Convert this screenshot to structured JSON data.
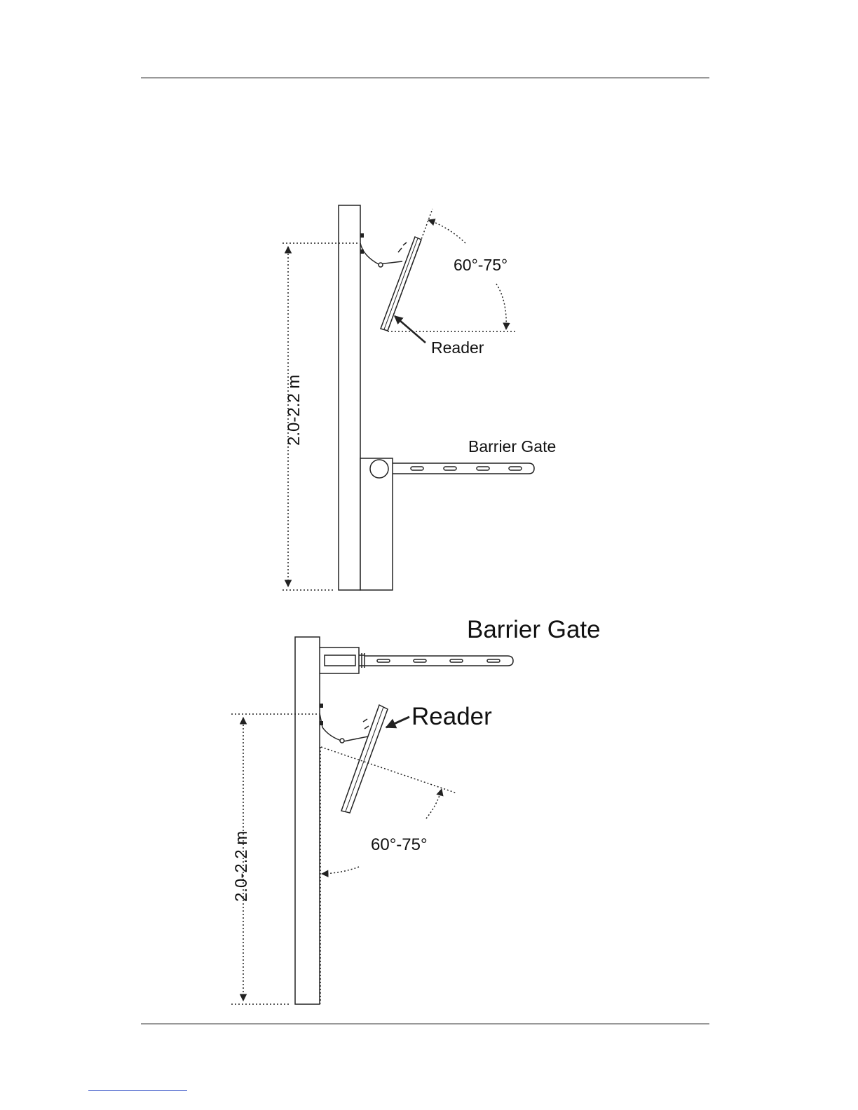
{
  "diagram_top": {
    "height_label": "2.0-2.2 m",
    "angle_label": "60°-75°",
    "reader_label": "Reader",
    "gate_label": "Barrier Gate"
  },
  "diagram_bottom": {
    "height_label": "2.0-2.2 m",
    "angle_label": "60°-75°",
    "reader_label": "Reader",
    "gate_label": "Barrier Gate"
  },
  "colors": {
    "line": "#222222",
    "rule": "#999999",
    "link": "#3a56c8"
  }
}
